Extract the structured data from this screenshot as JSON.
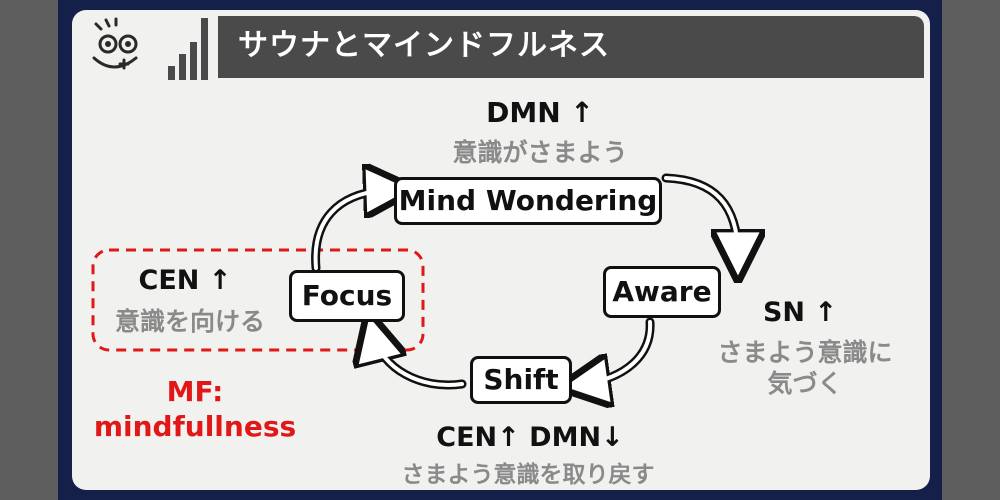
{
  "header": {
    "title": "サウナとマインドフルネス"
  },
  "logo": {
    "icon": "smiling-face-with-bars-logo"
  },
  "nodes": {
    "mind_wondering": "Mind Wondering",
    "aware": "Aware",
    "shift": "Shift",
    "focus": "Focus"
  },
  "labels": {
    "top_network": "DMN ↑",
    "top_desc": "意識がさまよう",
    "left_network": "CEN ↑",
    "left_desc": "意識を向ける",
    "right_network": "SN ↑",
    "right_desc_line1": "さまよう意識に",
    "right_desc_line2": "気づく",
    "bottom_network": "CEN↑ DMN↓",
    "bottom_desc": "さまよう意識を取り戻す",
    "mf_line1": "MF:",
    "mf_line2": "mindfullness"
  },
  "colors": {
    "background_outer": "#5e5e5e",
    "frame_navy": "#15204a",
    "card": "#f1f1ef",
    "header_bar": "#4a4a4a",
    "accent_red": "#e01818",
    "muted_gray": "#8a8a8a"
  }
}
